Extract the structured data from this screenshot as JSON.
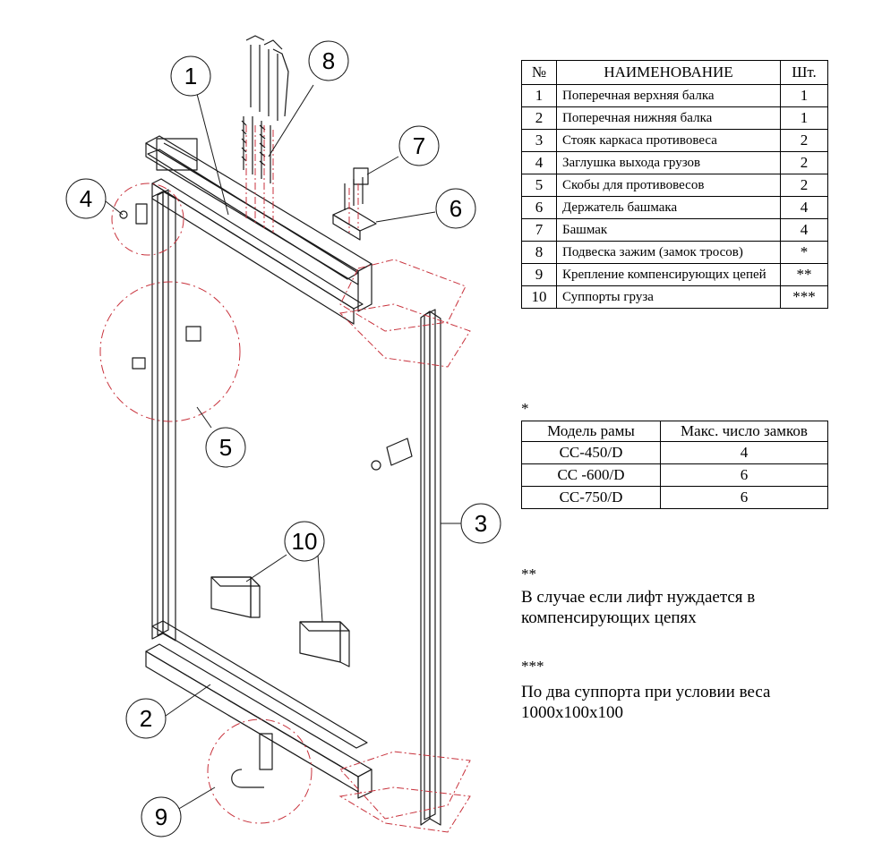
{
  "parts_table": {
    "headers": {
      "num": "№",
      "name": "НАИМЕНОВАНИЕ",
      "qty": "Шт."
    },
    "rows": [
      {
        "num": "1",
        "name": "Поперечная верхняя балка",
        "qty": "1"
      },
      {
        "num": "2",
        "name": "Поперечная нижняя балка",
        "qty": "1"
      },
      {
        "num": "3",
        "name": "Стояк каркаса противовеса",
        "qty": "2"
      },
      {
        "num": "4",
        "name": "Заглушка выхода грузов",
        "qty": "2"
      },
      {
        "num": "5",
        "name": "Скобы для противовесов",
        "qty": "2"
      },
      {
        "num": "6",
        "name": "Держатель башмака",
        "qty": "4"
      },
      {
        "num": "7",
        "name": "Башмак",
        "qty": "4"
      },
      {
        "num": "8",
        "name": "Подвеска зажим (замок тросов)",
        "qty": "*"
      },
      {
        "num": "9",
        "name": "Крепление компенсирующих цепей",
        "qty": "**"
      },
      {
        "num": "10",
        "name": "Суппорты груза",
        "qty": "***"
      }
    ]
  },
  "note_star1": {
    "mark": "*"
  },
  "model_table": {
    "headers": {
      "model": "Модель рамы",
      "max": "Макс. число замков"
    },
    "rows": [
      {
        "model": "CC-450/D",
        "max": "4"
      },
      {
        "model": "CC -600/D",
        "max": "6"
      },
      {
        "model": "CC-750/D",
        "max": "6"
      }
    ]
  },
  "note_star2": {
    "mark": "**",
    "text": "В случае если лифт нуждается в компенсирующих цепях"
  },
  "note_star3": {
    "mark": "***",
    "text": "По два суппорта при условии веса 1000x100x100"
  },
  "callouts": [
    "1",
    "2",
    "3",
    "4",
    "5",
    "6",
    "7",
    "8",
    "9",
    "10"
  ],
  "colors": {
    "line": "#1a1a1a",
    "hidden": "#c8323c",
    "callout_fill": "#ffffff"
  }
}
